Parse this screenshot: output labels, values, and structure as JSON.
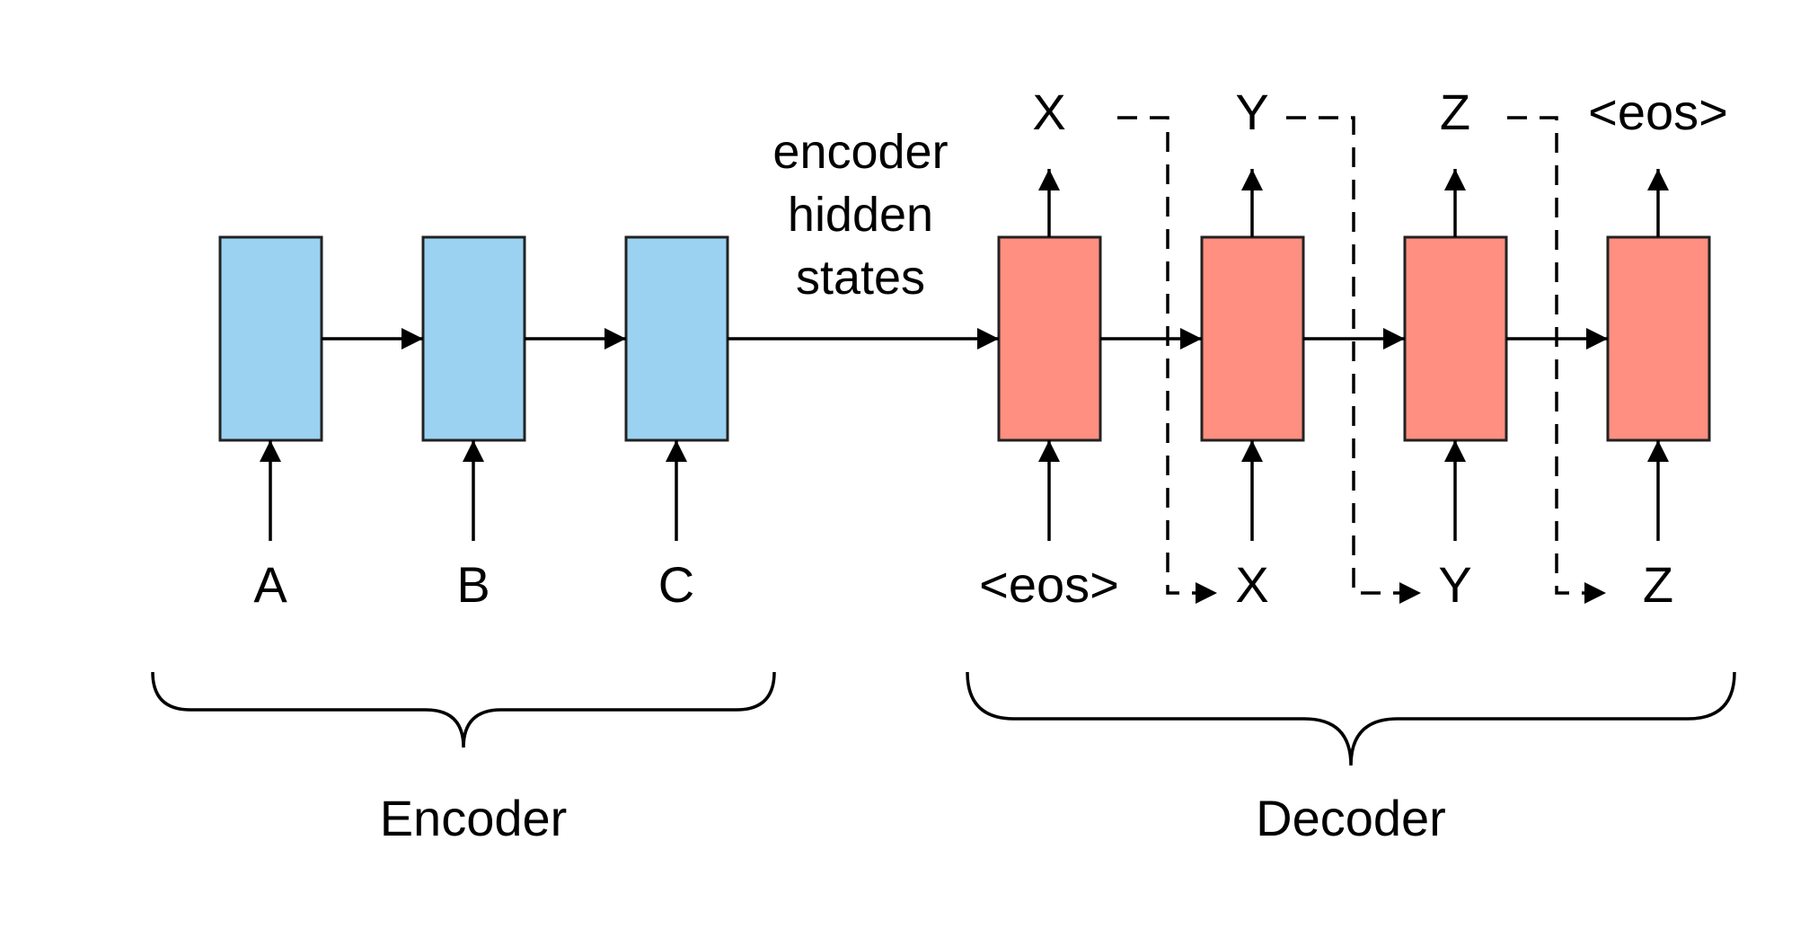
{
  "colors": {
    "encoder_fill": "#9bd2f2",
    "decoder_fill": "#ff8f80",
    "line": "#000000"
  },
  "encoder": {
    "inputs": [
      "A",
      "B",
      "C"
    ],
    "group_label": "Encoder"
  },
  "bridge_label": [
    "encoder",
    "hidden",
    "states"
  ],
  "decoder": {
    "inputs": [
      "<eos>",
      "X",
      "Y",
      "Z"
    ],
    "outputs": [
      "X",
      "Y",
      "Z",
      "<eos>"
    ],
    "group_label": "Decoder"
  }
}
